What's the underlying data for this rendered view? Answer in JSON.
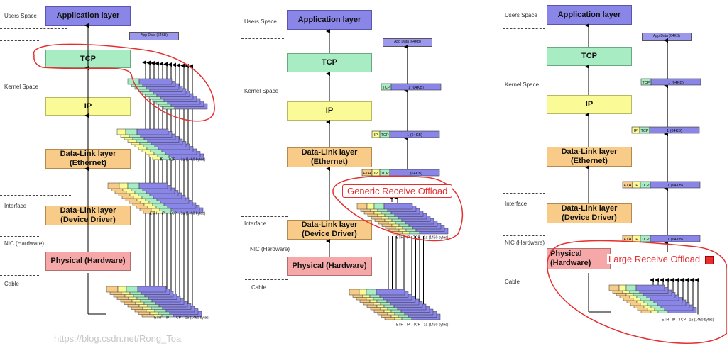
{
  "labels": {
    "users_space": "Users Space",
    "kernel_space": "Kernel Space",
    "interface": "Interface",
    "nic": "NIC (Hardware)",
    "cable": "Cable",
    "app_data": "App Data (64KB)"
  },
  "layers": {
    "application": "Application layer",
    "tcp": "TCP",
    "ip": "IP",
    "datalink_eth_1": "Data-Link layer",
    "datalink_eth_2": "(Ethernet)",
    "datalink_drv_1": "Data-Link layer",
    "datalink_drv_2": "(Device Driver)",
    "physical": "Physical (Hardware)",
    "physical_1": "Physical",
    "physical_2": "(Hardware)"
  },
  "packet": {
    "eth": "ETH",
    "ip": "IP",
    "tcp": "TCP",
    "seg_small": "1a (1460 bytes)",
    "seg_large": "1 (64KB)"
  },
  "callouts": {
    "gro": "Generic Receive Offload",
    "lro": "Large Receive Offload"
  },
  "watermark": "https://blog.csdn.net/Rong_Toa",
  "colors": {
    "app": "#8a86e8",
    "tcp": "#a8ecc4",
    "ip": "#fafa96",
    "datalink": "#f8cc88",
    "physical": "#f6a8a8",
    "annotation": "#e53030"
  }
}
